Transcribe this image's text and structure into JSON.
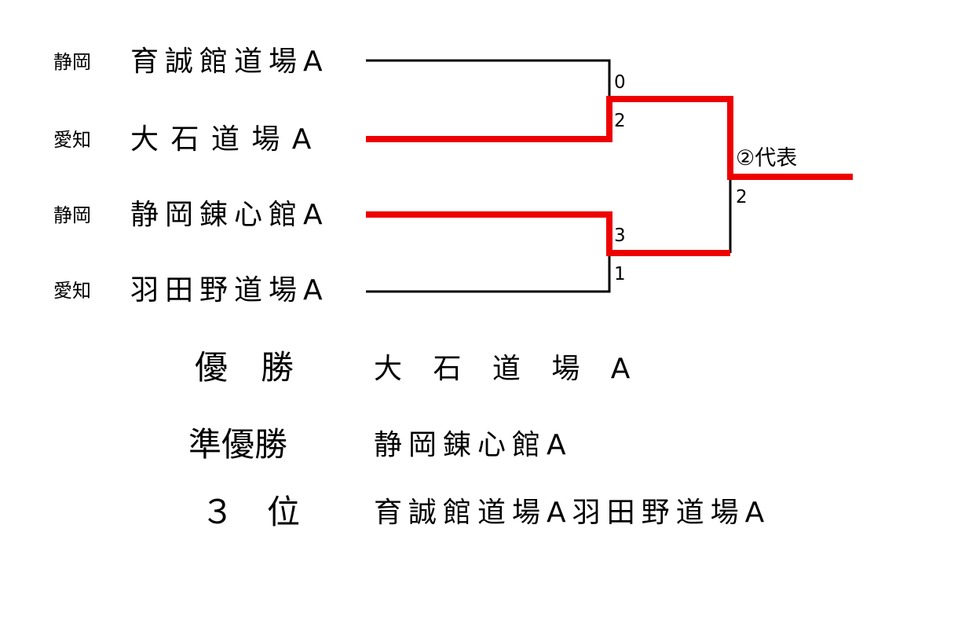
{
  "bracket": {
    "entries": [
      {
        "prefecture": "静岡",
        "team": "育誠館道場A"
      },
      {
        "prefecture": "愛知",
        "team": "大 石 道 場 A"
      },
      {
        "prefecture": "静岡",
        "team": "静岡錬心館A"
      },
      {
        "prefecture": "愛知",
        "team": "羽田野道場A"
      }
    ],
    "semifinal_scores": [
      "0",
      "2",
      "3",
      "1"
    ],
    "final_score": "2",
    "final_label": "②代表",
    "colors": {
      "winner_line": "#ee0000",
      "loser_line": "#000000"
    }
  },
  "results": {
    "champion": {
      "label": "優　勝",
      "team": "大 石 道 場 A"
    },
    "runner_up": {
      "label": "準優勝",
      "team": "静岡錬心館A"
    },
    "third": {
      "label": "３　位",
      "teams": "育誠館道場A羽田野道場A"
    }
  }
}
